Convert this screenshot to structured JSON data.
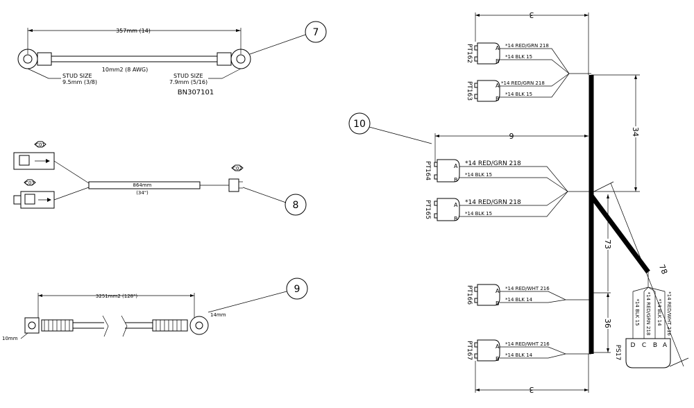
{
  "callouts": {
    "c7": "7",
    "c8": "8",
    "c9": "9",
    "c10": "10"
  },
  "item7": {
    "dim": "357mm (14)",
    "cable": "10mm2 (8 AWG)",
    "stud_left_1": "STUD SIZE",
    "stud_left_2": "9.5mm (3/8)",
    "stud_right_1": "STUD SIZE",
    "stud_right_2": "7.9mm (5/16)",
    "part": "BN307101"
  },
  "item8": {
    "c1": "C01",
    "c2": "C02",
    "c3": "C03",
    "dim": "864mm",
    "sub": "(34\")"
  },
  "item9": {
    "dim": "3251mm2 (128\")",
    "end_right": "14mm",
    "end_left": "10mm"
  },
  "item10": {
    "dim_top": "3",
    "dim_mid": "6",
    "dim_bottom": "3",
    "dim_34": "34",
    "dim_73": "73",
    "dim_78": "78",
    "dim_36": "36",
    "pt162": {
      "name": "PT162",
      "a": "A",
      "b": "B",
      "wa": "*14 RED/GRN 218",
      "wb": "*14 BLK 15"
    },
    "pt163": {
      "name": "PT163",
      "a": "A",
      "b": "B",
      "wa": "*14 RED/GRN 218",
      "wb": "*14 BLK 15"
    },
    "pt164": {
      "name": "PT164",
      "a": "A",
      "b": "B",
      "wa": "*14 RED/GRN 218",
      "wb": "*14 BLK 15"
    },
    "pt165": {
      "name": "PT165",
      "a": "A",
      "b": "B",
      "wa": "*14 RED/GRN 218",
      "wb": "*14 BLK 15"
    },
    "pt166": {
      "name": "PT166",
      "a": "A",
      "b": "B",
      "wa": "*14 RED/WHT 216",
      "wb": "*14 BLK 14"
    },
    "pt167": {
      "name": "PT167",
      "a": "A",
      "b": "B",
      "wa": "*14 RED/WHT 216",
      "wb": "*14 BLK 14"
    },
    "ps17": {
      "name": "PS17",
      "pins": [
        "D",
        "C",
        "B",
        "A"
      ],
      "wires": [
        "*14 BLK 15",
        "*14 RED/GRN 218",
        "*14 BLK 14",
        "*14 RED/WHT 216"
      ]
    }
  }
}
